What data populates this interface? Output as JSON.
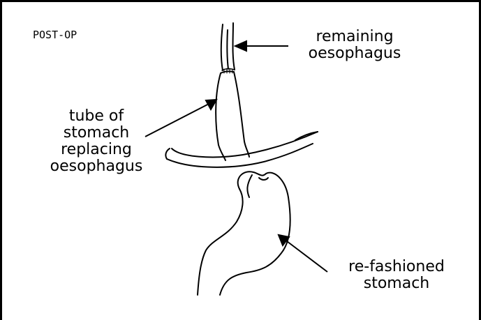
{
  "title": "POST-OP",
  "labels": {
    "remaining_oesophagus": [
      "remaining",
      "oesophagus"
    ],
    "tube_of_stomach": [
      "tube of",
      "stomach",
      "replacing",
      "oesophagus"
    ],
    "refashioned_stomach": [
      "re-fashioned",
      "stomach"
    ]
  },
  "colors": {
    "ink": "#000000",
    "background": "#ffffff"
  }
}
